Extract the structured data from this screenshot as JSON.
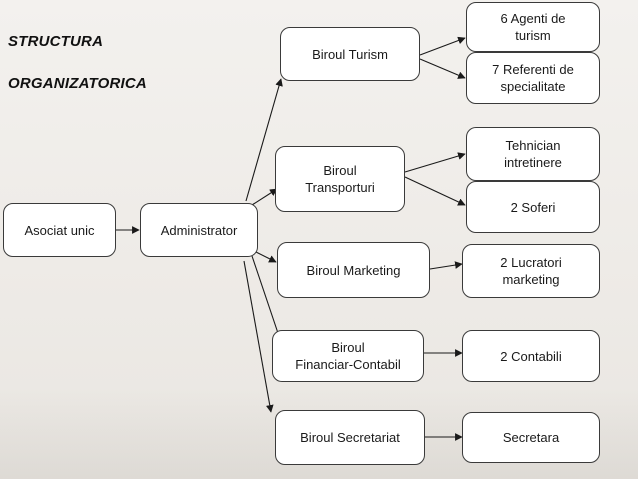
{
  "title": {
    "line1": "STRUCTURA",
    "line2": "ORGANIZATORICA"
  },
  "boxes": {
    "asociat": "Asociat unic",
    "administrator": "Administrator",
    "turism": "Biroul Turism",
    "transporturi": "Biroul\nTransporturi",
    "marketing": "Biroul Marketing",
    "financiar": "Biroul\nFinanciar-Contabil",
    "secretariat": "Biroul Secretariat",
    "agenti": "6 Agenti de\nturism",
    "referenti": "7 Referenti de\nspecialitate",
    "tehnician": "Tehnician\nintretinere",
    "soferi": "2 Soferi",
    "lucratori": "2 Lucratori\nmarketing",
    "contabili": "2 Contabili",
    "secretara": "Secretara"
  },
  "colors": {
    "background": "#f0eeeb",
    "box_fill": "#ffffff",
    "box_border": "#3a3a3a",
    "connector": "#1a1a1a"
  }
}
